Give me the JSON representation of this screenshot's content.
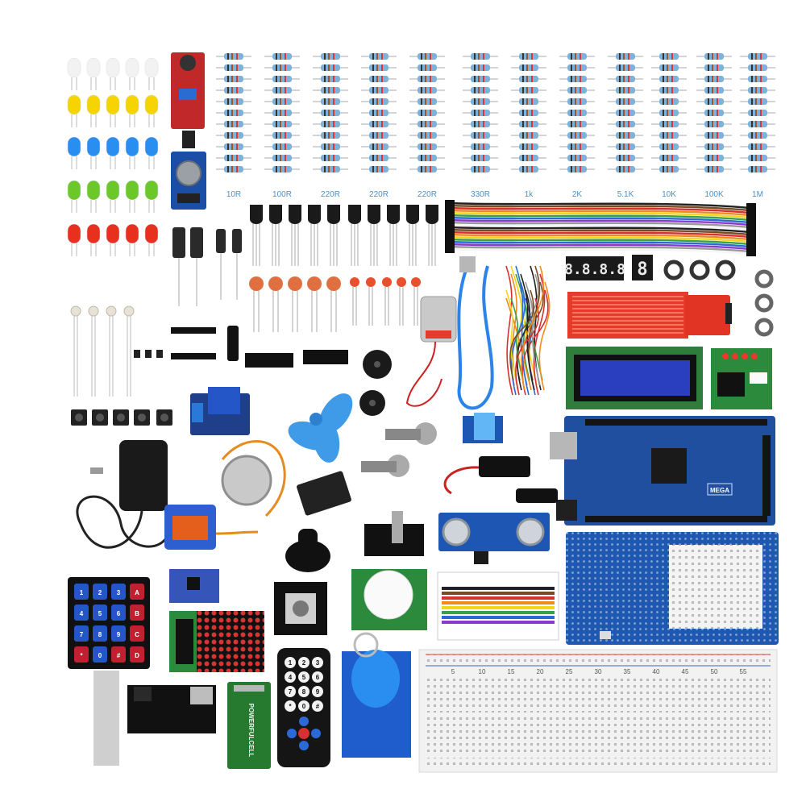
{
  "resistor_labels": [
    "10R",
    "100R",
    "220R",
    "220R",
    "220R",
    "330R",
    "1k",
    "2K",
    "5.1K",
    "10K",
    "100K",
    "1M"
  ],
  "keypad_keys": [
    "1",
    "2",
    "3",
    "A",
    "4",
    "5",
    "6",
    "B",
    "7",
    "8",
    "9",
    "C",
    "*",
    "0",
    "#",
    "D"
  ],
  "remote_keys": [
    "1",
    "2",
    "3",
    "4",
    "5",
    "6",
    "7",
    "8",
    "9",
    "*",
    "0",
    "#"
  ],
  "battery_text": "POWERFULCELL",
  "mega_label": "MEGA",
  "breadboard_numbers": [
    "5",
    "10",
    "15",
    "20",
    "25",
    "30",
    "35",
    "40",
    "45",
    "50",
    "55"
  ],
  "colors": {
    "arduino_blue": "#1f4f9e",
    "lcd_blue": "#2a3fc0",
    "led_red": "#e8301e",
    "led_yellow": "#f5d400",
    "led_blue": "#2a8ef0",
    "led_green": "#6cc82a"
  }
}
